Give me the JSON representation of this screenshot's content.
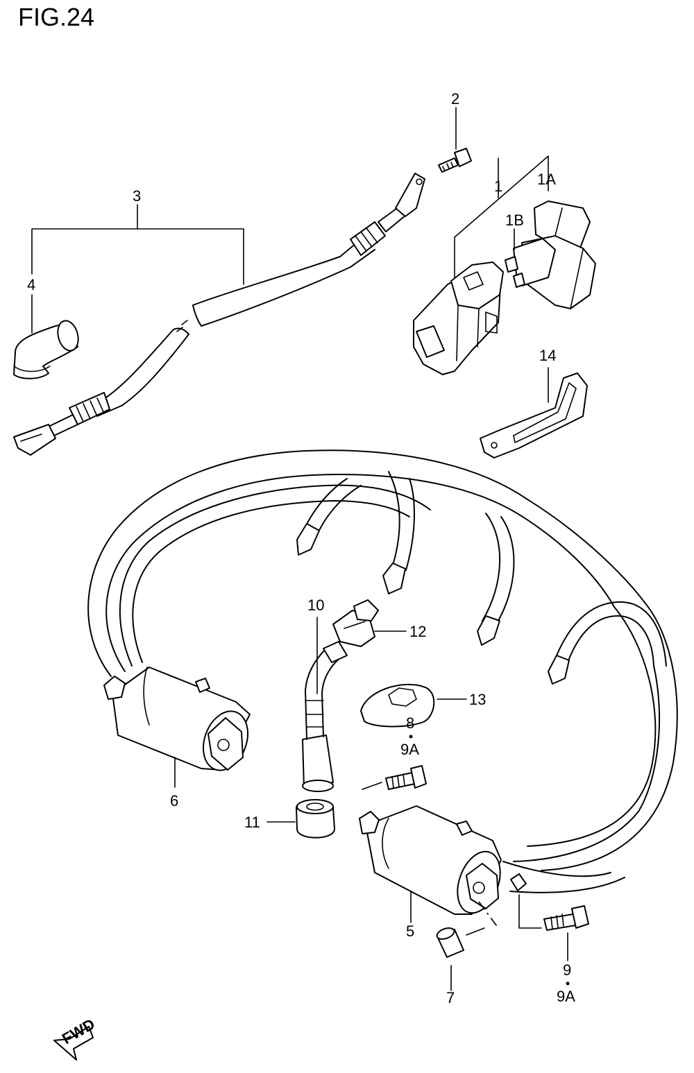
{
  "figure": {
    "title": "FIG.24"
  },
  "callouts": {
    "c1": "1",
    "c1A": "1A",
    "c1B": "1B",
    "c2": "2",
    "c3": "3",
    "c4": "4",
    "c5": "5",
    "c6": "6",
    "c7": "7",
    "c8": "8",
    "c9": "9",
    "c9A_upper": "9A",
    "c9A_lower": "9A",
    "c10": "10",
    "c11": "11",
    "c12": "12",
    "c13": "13",
    "c14": "14"
  },
  "fwd_badge": "FWD"
}
